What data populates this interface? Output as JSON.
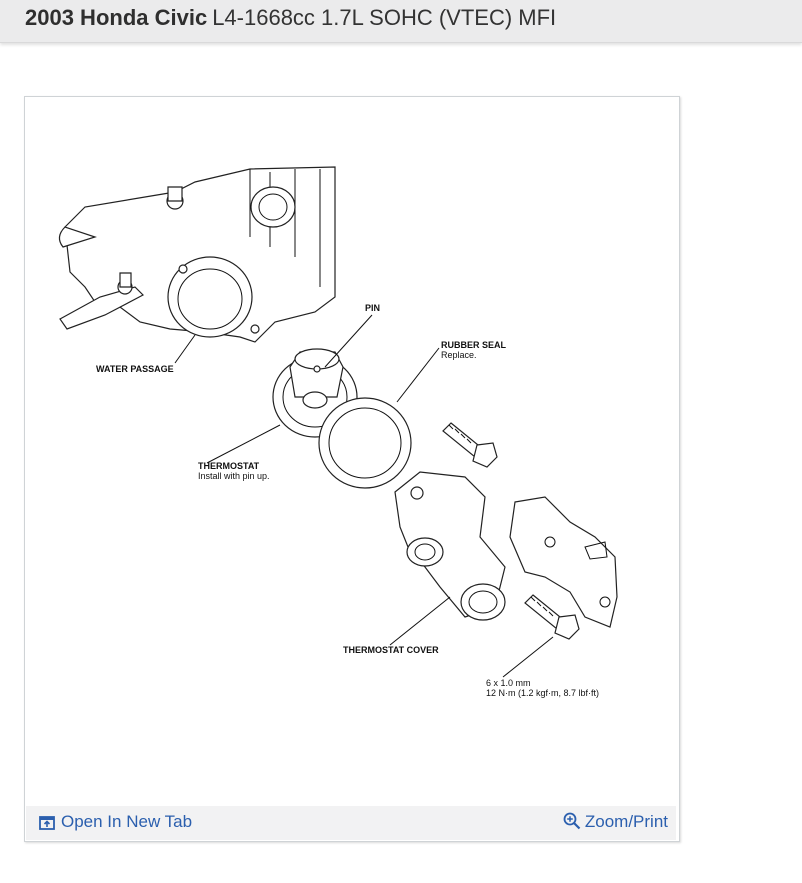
{
  "header": {
    "title_main": "2003 Honda Civic",
    "title_sub": "L4-1668cc 1.7L SOHC (VTEC) MFI"
  },
  "diagram": {
    "labels": {
      "pin": "PIN",
      "rubber_seal": "RUBBER SEAL",
      "rubber_seal_note": "Replace.",
      "water_passage": "WATER PASSAGE",
      "thermostat": "THERMOSTAT",
      "thermostat_note": "Install with pin up.",
      "thermostat_cover": "THERMOSTAT COVER",
      "bolt_size": "6 x 1.0 mm",
      "bolt_torque": "12 N·m (1.2 kgf·m, 8.7 lbf·ft)"
    }
  },
  "toolbar": {
    "open_tab_label": "Open In New Tab",
    "zoom_label": "Zoom/Print"
  },
  "colors": {
    "link": "#2b5fae",
    "header_bg": "#ebebec",
    "toolbar_bg": "#f2f2f3"
  },
  "icons": {
    "open_tab": "open-new-tab-icon",
    "zoom": "magnifier-plus-icon"
  }
}
